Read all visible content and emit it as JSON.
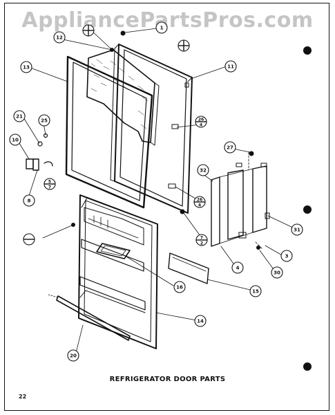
{
  "watermark": "AppliancePartsPros.com",
  "caption": "REFRIGERATOR DOOR PARTS",
  "page_number": "22",
  "colors": {
    "ink": "#111111",
    "paper": "#ffffff",
    "watermark": "#969696"
  },
  "callouts": [
    {
      "id": "c1",
      "label": "1"
    },
    {
      "id": "c12",
      "label": "12"
    },
    {
      "id": "c13",
      "label": "13"
    },
    {
      "id": "c11",
      "label": "11"
    },
    {
      "id": "c21",
      "label": "21"
    },
    {
      "id": "c25",
      "label": "25"
    },
    {
      "id": "c10",
      "label": "10"
    },
    {
      "id": "c8",
      "label": "8"
    },
    {
      "id": "c27",
      "label": "27"
    },
    {
      "id": "c32",
      "label": "32"
    },
    {
      "id": "c31",
      "label": "31"
    },
    {
      "id": "c3",
      "label": "3"
    },
    {
      "id": "c4",
      "label": "4"
    },
    {
      "id": "c30",
      "label": "30"
    },
    {
      "id": "c16",
      "label": "16"
    },
    {
      "id": "c15",
      "label": "15"
    },
    {
      "id": "c14",
      "label": "14"
    },
    {
      "id": "c20",
      "label": "20"
    }
  ],
  "fraction_callouts": [
    {
      "id": "f-top-left",
      "label": ""
    },
    {
      "id": "f-top-right",
      "label": ""
    },
    {
      "id": "f-door-upper",
      "top": "26",
      "bottom": "4"
    },
    {
      "id": "f-door-lower",
      "top": "26",
      "bottom": "4"
    },
    {
      "id": "f-hinge-low",
      "top": "7",
      "bottom": "2"
    },
    {
      "id": "f-left-mid",
      "top": "5",
      "bottom": "7"
    },
    {
      "id": "f-left-low",
      "top": "",
      "bottom": ""
    }
  ]
}
